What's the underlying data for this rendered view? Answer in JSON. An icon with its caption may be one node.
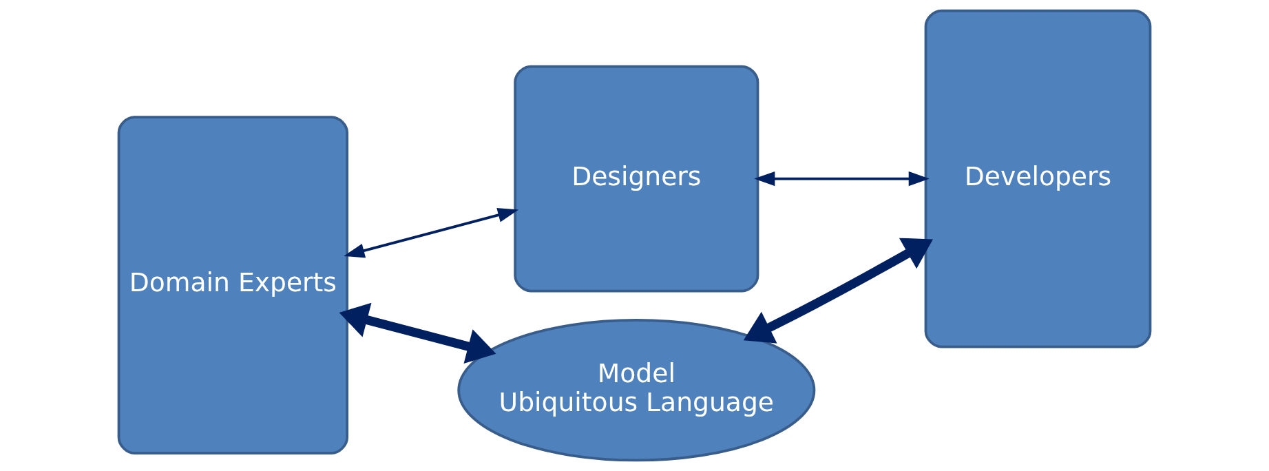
{
  "diagram": {
    "nodes": [
      {
        "text": [
          "Domain Experts"
        ]
      },
      {
        "text": [
          "Designers"
        ]
      },
      {
        "text": [
          "Developers"
        ]
      },
      {
        "text": [
          "Model",
          "Ubiquitous Language"
        ]
      }
    ],
    "edges": [
      {
        "from": 0,
        "to": 1,
        "arrow": "both"
      },
      {
        "from": 1,
        "to": 2,
        "arrow": "both"
      },
      {
        "from": 0,
        "to": 3,
        "arrow": "both",
        "style": "thick"
      },
      {
        "from": 2,
        "to": 3,
        "arrow": "both",
        "style": "thick"
      }
    ]
  }
}
